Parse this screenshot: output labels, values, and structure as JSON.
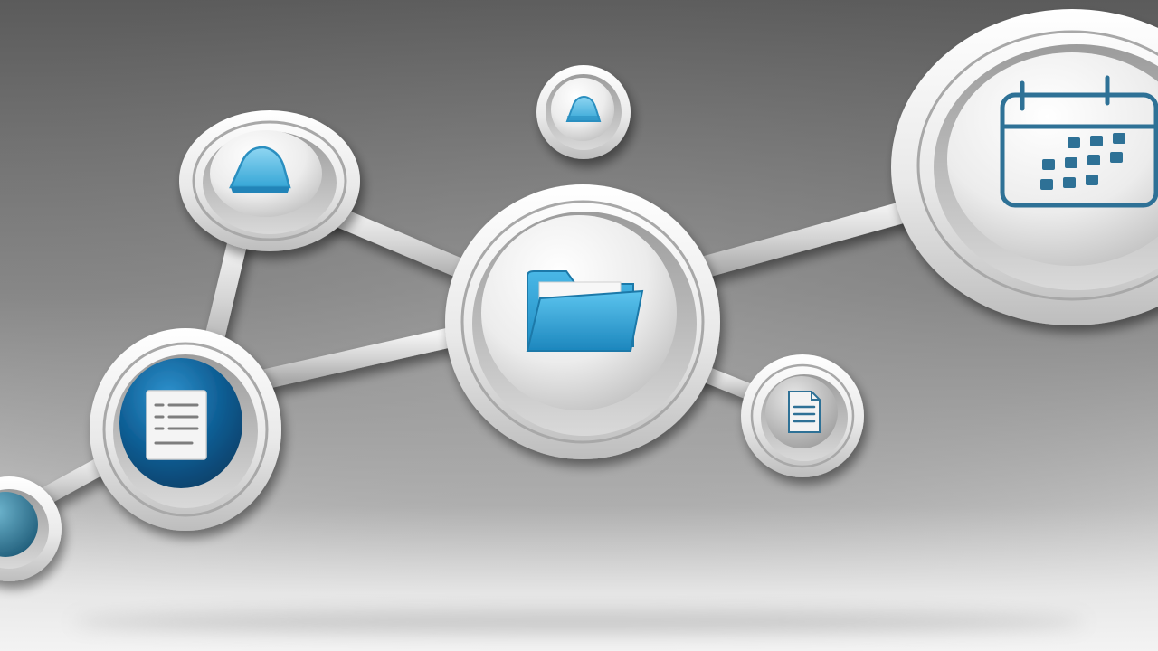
{
  "scene": {
    "background_top": "#5e5e5e",
    "background_mid": "#8e8e8e",
    "background_floor": "#e9e9e9",
    "connector_color": "#d7d7d7",
    "ring_color": "#f1f1f1",
    "accent_blue": "#34a9dc",
    "deep_blue": "#0b4f7d",
    "icon_stroke": "#2e7196"
  },
  "nodes": [
    {
      "name": "node-cloud-left",
      "icon": "cloud-icon"
    },
    {
      "name": "node-cloud-top",
      "icon": "cloud-icon"
    },
    {
      "name": "node-folder-center",
      "icon": "folder-icon"
    },
    {
      "name": "node-calendar",
      "icon": "calendar-icon"
    },
    {
      "name": "node-document-blue",
      "icon": "document-icon"
    },
    {
      "name": "node-file-small",
      "icon": "file-icon"
    },
    {
      "name": "node-partial-left",
      "icon": "orb-icon"
    }
  ]
}
